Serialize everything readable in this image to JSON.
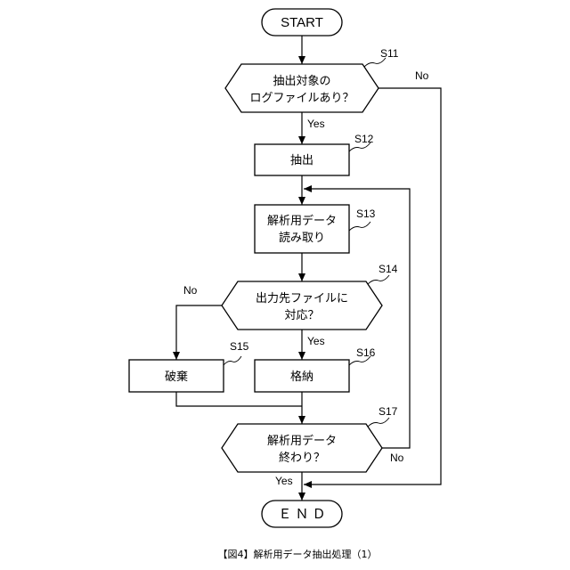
{
  "nodes": {
    "start": {
      "text": "START"
    },
    "s11": {
      "line1": "抽出対象の",
      "line2": "ログファイルあり？",
      "step": "S11"
    },
    "s12": {
      "text": "抽出",
      "step": "S12"
    },
    "s13": {
      "line1": "解析用データ",
      "line2": "読み取り",
      "step": "S13"
    },
    "s14": {
      "line1": "出力先ファイルに",
      "line2": "対応？",
      "step": "S14"
    },
    "s15": {
      "text": "破棄",
      "step": "S15"
    },
    "s16": {
      "text": "格納",
      "step": "S16"
    },
    "s17": {
      "line1": "解析用データ",
      "line2": "終わり？",
      "step": "S17"
    },
    "end": {
      "text": "Ｅ Ｎ Ｄ"
    }
  },
  "branches": {
    "s11_yes": "Yes",
    "s11_no": "No",
    "s14_yes": "Yes",
    "s14_no": "No",
    "s17_yes": "Yes",
    "s17_no": "No"
  },
  "caption": "【図4】解析用データ抽出処理（1）"
}
